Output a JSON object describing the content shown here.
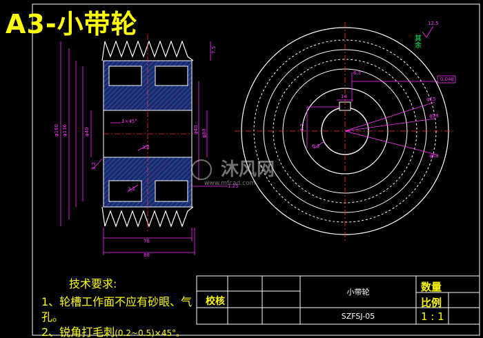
{
  "drawing": {
    "title": "A3-小带轮",
    "watermark_brand": "沐风网",
    "watermark_url": "www.mfcad.com",
    "roughness_note": {
      "label": "其余",
      "value": "12.5"
    },
    "section_dimensions": {
      "d_outer": "φ160",
      "d_pitch": "φ136",
      "d_hub": "φ40",
      "d_bore": "φ80",
      "top_gap": "7.5",
      "chamfer": "1×45°",
      "rough_1": "3.2",
      "rough_2": "3.2",
      "rough_3": "3.2",
      "radius": "1.25",
      "width_inner": "78",
      "width_outer": "88"
    },
    "front_dimensions": {
      "keyway_depth": "6.3",
      "keyway_width": "14",
      "tol": "0.048",
      "circle_1": "φ25",
      "circle_2": "φ58",
      "circle_3": "φ68",
      "rough_bore": "6.3"
    },
    "requirements": {
      "heading": "技术要求:",
      "line1": "1、轮槽工作面不应有砂眼、气",
      "line2": "孔。",
      "line3": "2、锐角打毛刺",
      "line3_suffix": "(0.2~0.5)×45°。"
    },
    "title_block": {
      "part_name": "小带轮",
      "drawing_no": "SZFSJ-05",
      "check_label": "校核",
      "qty_label": "数量",
      "ratio_label": "比例",
      "ratio_value": "1 : 1"
    }
  }
}
